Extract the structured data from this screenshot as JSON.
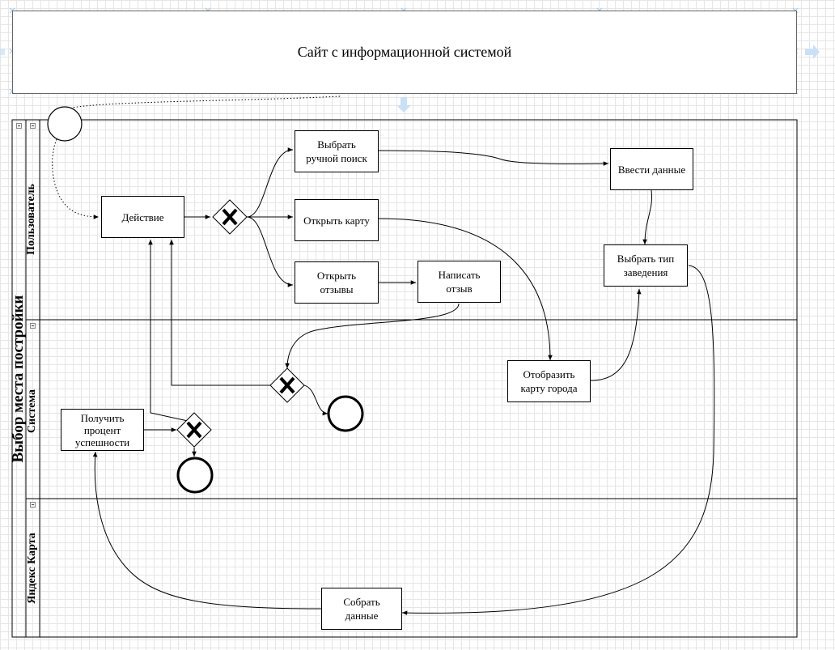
{
  "diagram": {
    "title_box": "Сайт с информационной системой",
    "pool_title": "Выбор места постройки",
    "lanes": [
      {
        "label": "Пользователь"
      },
      {
        "label": "Система"
      },
      {
        "label": "Яндекс Карта"
      }
    ],
    "tasks": {
      "action": "Действие",
      "manual_search": "Выбрать\nручной поиск",
      "open_map": "Открыть карту",
      "open_reviews": "Открыть\nотзывы",
      "write_review": "Написать\nотзыв",
      "enter_data": "Ввести данные",
      "choose_type": "Выбрать тип\nзаведения",
      "show_map": "Отобразить\nкарту города",
      "success_rate": "Получить\nпроцент\nуспешности",
      "collect_data": "Собрать\nданные"
    },
    "gateways": [
      "exclusive",
      "exclusive",
      "exclusive"
    ],
    "events": [
      "start",
      "end",
      "end"
    ],
    "colors": {
      "line": "#000000",
      "grid": "#e6e6e6",
      "selection_handle": "#9ecbf0",
      "frame_border": "#666666"
    }
  }
}
